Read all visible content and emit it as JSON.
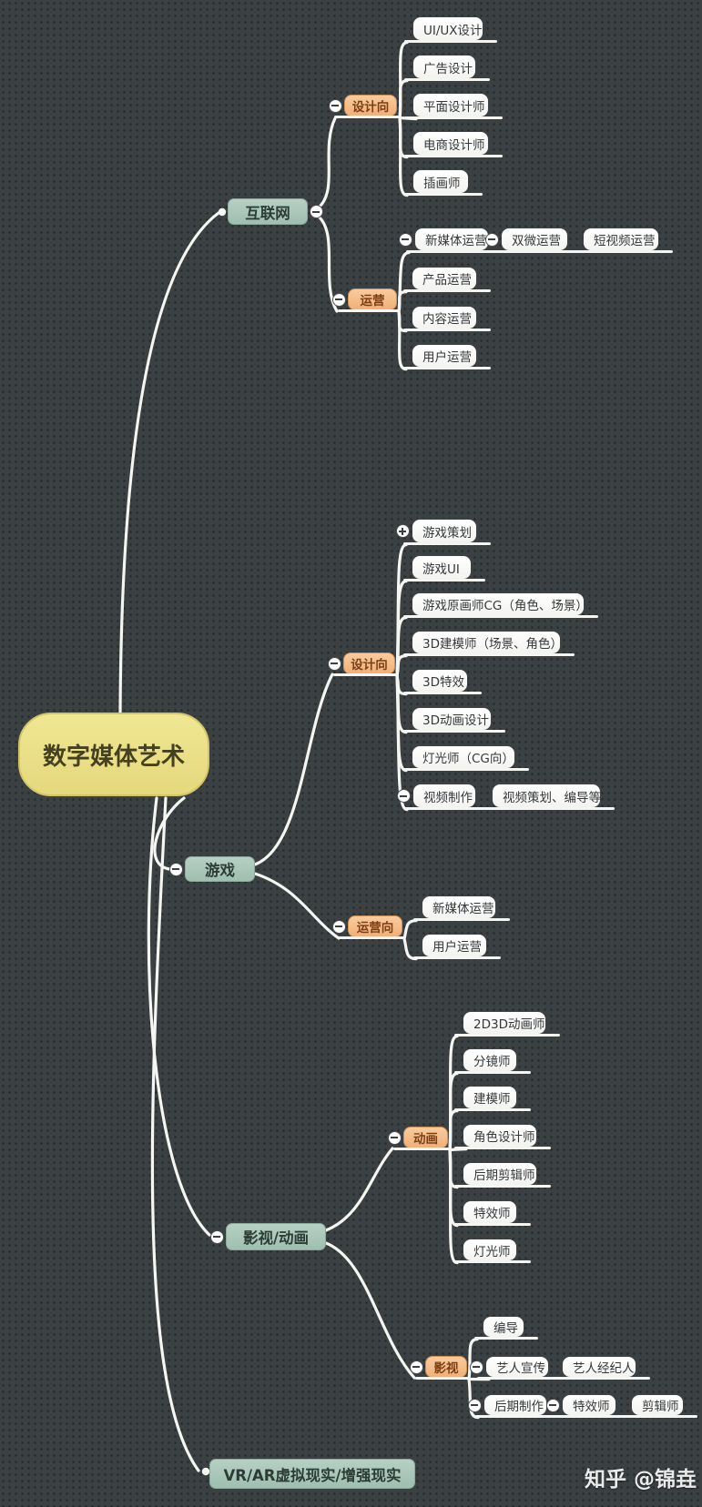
{
  "meta": {
    "watermark": "知乎 @锦垚"
  },
  "palette": {
    "background": "#3b4143",
    "connector_line": "#f5f5f2",
    "root_fill": "#ece289",
    "topic_fill": "#a9c6b9",
    "branch_fill": "#f6bf8e",
    "leaf_fill": "#ffffff",
    "branch_text": "#7c3e16",
    "leaf_text": "#35393b"
  },
  "mindmap": {
    "id": "root",
    "label": "数字媒体艺术",
    "children": [
      {
        "id": "hulianwang",
        "label": "互联网",
        "collapse_icon": "minus-right",
        "children": [
          {
            "id": "shejixiang1",
            "label": "设计向",
            "collapse_icon": "minus-left",
            "children": [
              {
                "id": "uiux",
                "label": "UI/UX设计"
              },
              {
                "id": "guanggao",
                "label": "广告设计"
              },
              {
                "id": "pingmian",
                "label": "平面设计师"
              },
              {
                "id": "dianshang",
                "label": "电商设计师"
              },
              {
                "id": "chahua",
                "label": "插画师"
              }
            ]
          },
          {
            "id": "yunying",
            "label": "运营",
            "collapse_icon": "minus-left",
            "children": [
              {
                "id": "xinmeiti1",
                "label": "新媒体运营",
                "collapse_icon": "minus-left",
                "children": [
                  {
                    "id": "shuangwei",
                    "label": "双微运营",
                    "chain": true,
                    "collapse_icon": "minus-left",
                    "children": [
                      {
                        "id": "duanshipin",
                        "label": "短视频运营",
                        "chain": true
                      }
                    ]
                  }
                ]
              },
              {
                "id": "chanpin",
                "label": "产品运营"
              },
              {
                "id": "neirong",
                "label": "内容运营"
              },
              {
                "id": "yonghu1",
                "label": "用户运营"
              }
            ]
          }
        ]
      },
      {
        "id": "youxi",
        "label": "游戏",
        "collapse_icon": "minus-left",
        "children": [
          {
            "id": "shejixiang2",
            "label": "设计向",
            "collapse_icon": "minus-left",
            "children": [
              {
                "id": "youxicehua",
                "label": "游戏策划",
                "collapse_icon": "plus-left"
              },
              {
                "id": "youxiui",
                "label": "游戏UI"
              },
              {
                "id": "yuanhuashi",
                "label": "游戏原画师CG（角色、场景）"
              },
              {
                "id": "jianmoshi3d",
                "label": "3D建模师（场景、角色）"
              },
              {
                "id": "texiao3d",
                "label": "3D特效"
              },
              {
                "id": "donghua3d",
                "label": "3D动画设计"
              },
              {
                "id": "dengguangcg",
                "label": "灯光师（CG向）"
              },
              {
                "id": "shipinzhizuo",
                "label": "视频制作",
                "collapse_icon": "minus-left",
                "children": [
                  {
                    "id": "shipincehua",
                    "label": "视频策划、编导等",
                    "chain": true
                  }
                ]
              }
            ]
          },
          {
            "id": "yunyingxiang",
            "label": "运营向",
            "collapse_icon": "minus-left",
            "children": [
              {
                "id": "xinmeiti2",
                "label": "新媒体运营"
              },
              {
                "id": "yonghu2",
                "label": "用户运营"
              }
            ]
          }
        ]
      },
      {
        "id": "yingshidonghua",
        "label": "影视/动画",
        "collapse_icon": "minus-left",
        "children": [
          {
            "id": "donghua",
            "label": "动画",
            "collapse_icon": "minus-left",
            "children": [
              {
                "id": "dh2d3d",
                "label": "2D3D动画师"
              },
              {
                "id": "fenjing",
                "label": "分镜师"
              },
              {
                "id": "jianmo",
                "label": "建模师"
              },
              {
                "id": "juese",
                "label": "角色设计师"
              },
              {
                "id": "houqijianji",
                "label": "后期剪辑师"
              },
              {
                "id": "texiaoshi1",
                "label": "特效师"
              },
              {
                "id": "dengguangshi",
                "label": "灯光师"
              }
            ]
          },
          {
            "id": "yingshi",
            "label": "影视",
            "collapse_icon": "minus-left",
            "children": [
              {
                "id": "biandao",
                "label": "编导"
              },
              {
                "id": "yirenxuanchuan",
                "label": "艺人宣传",
                "collapse_icon": "minus-left",
                "children": [
                  {
                    "id": "yirenjingjiren",
                    "label": "艺人经纪人",
                    "chain": true
                  }
                ]
              },
              {
                "id": "houqizhizuo",
                "label": "后期制作",
                "collapse_icon": "minus-left",
                "children": [
                  {
                    "id": "texiaoshi2",
                    "label": "特效师",
                    "chain": true,
                    "collapse_icon": "minus-left",
                    "children": [
                      {
                        "id": "jianjishi",
                        "label": "剪辑师",
                        "chain": true
                      }
                    ]
                  }
                ]
              }
            ]
          }
        ]
      },
      {
        "id": "vrar",
        "label": "VR/AR虚拟现实/增强现实"
      }
    ]
  }
}
